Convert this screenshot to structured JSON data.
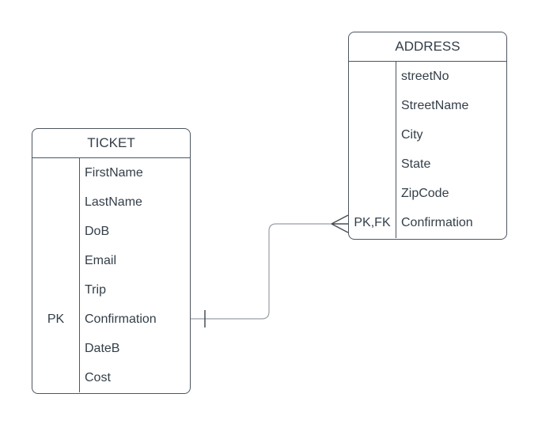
{
  "entities": {
    "ticket": {
      "title": "TICKET",
      "rows": [
        {
          "key": "",
          "attr": "FirstName"
        },
        {
          "key": "",
          "attr": "LastName"
        },
        {
          "key": "",
          "attr": "DoB"
        },
        {
          "key": "",
          "attr": "Email"
        },
        {
          "key": "",
          "attr": "Trip"
        },
        {
          "key": "PK",
          "attr": "Confirmation"
        },
        {
          "key": "",
          "attr": "DateB"
        },
        {
          "key": "",
          "attr": "Cost"
        }
      ]
    },
    "address": {
      "title": "ADDRESS",
      "rows": [
        {
          "key": "",
          "attr": "streetNo"
        },
        {
          "key": "",
          "attr": "StreetName"
        },
        {
          "key": "",
          "attr": "City"
        },
        {
          "key": "",
          "attr": "State"
        },
        {
          "key": "",
          "attr": "ZipCode"
        },
        {
          "key": "PK,FK",
          "attr": "Confirmation"
        }
      ]
    }
  },
  "relationship": {
    "from_entity": "TICKET",
    "from_attribute": "Confirmation",
    "from_cardinality": "one",
    "to_entity": "ADDRESS",
    "to_attribute": "Confirmation",
    "to_cardinality": "many"
  },
  "colors": {
    "text": "#333e48",
    "table_border": "#4d565e",
    "connector_line": "#999ea3",
    "connector_marker": "#474f56",
    "background": "#ffffff"
  }
}
